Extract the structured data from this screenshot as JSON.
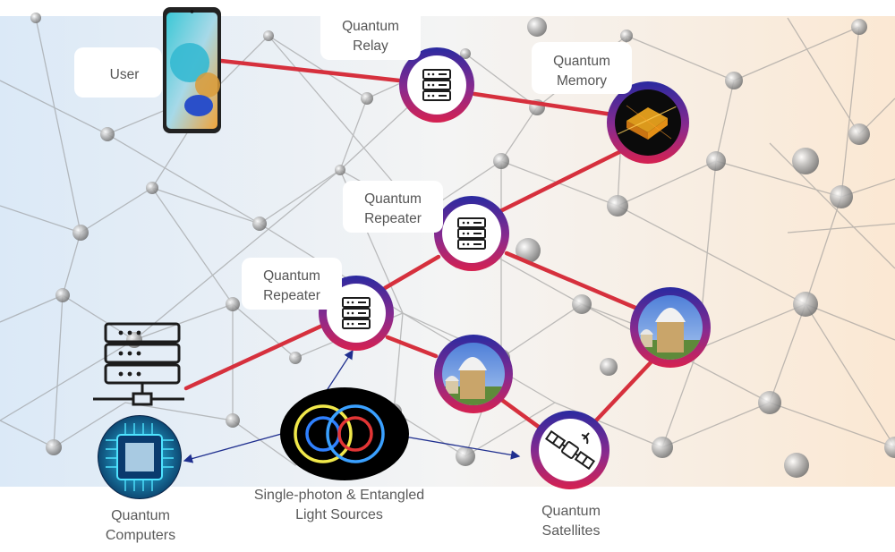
{
  "labels": {
    "user": "User",
    "quantum_relay": [
      "Quantum",
      "Relay"
    ],
    "quantum_memory": [
      "Quantum",
      "Memory"
    ],
    "quantum_repeater_upper": [
      "Quantum",
      "Repeater"
    ],
    "quantum_repeater_lower": [
      "Quantum",
      "Repeater"
    ],
    "light_sources": [
      "Single-photon & Entangled",
      "Light Sources"
    ],
    "quantum_computers": [
      "Quantum",
      "Computers"
    ],
    "quantum_satellites": [
      "Quantum",
      "Satellites"
    ]
  },
  "colors": {
    "link_red": "#d6303d",
    "arrow_blue": "#1f2f8f",
    "ring_gradient_start": "#2a2aa0",
    "ring_gradient_end": "#d62150",
    "server_stroke": "#1c1c1c"
  },
  "icons": {
    "relay": "server-rack-icon",
    "repeater": "server-rack-icon",
    "memory": "quantum-memory-crystal-icon",
    "ground_station": "observatory-dome-icon",
    "satellite": "satellite-icon",
    "computer": "quantum-chip-icon",
    "user": "smartphone-icon",
    "classical_server": "network-server-icon",
    "light_source": "entangled-rings-icon"
  }
}
